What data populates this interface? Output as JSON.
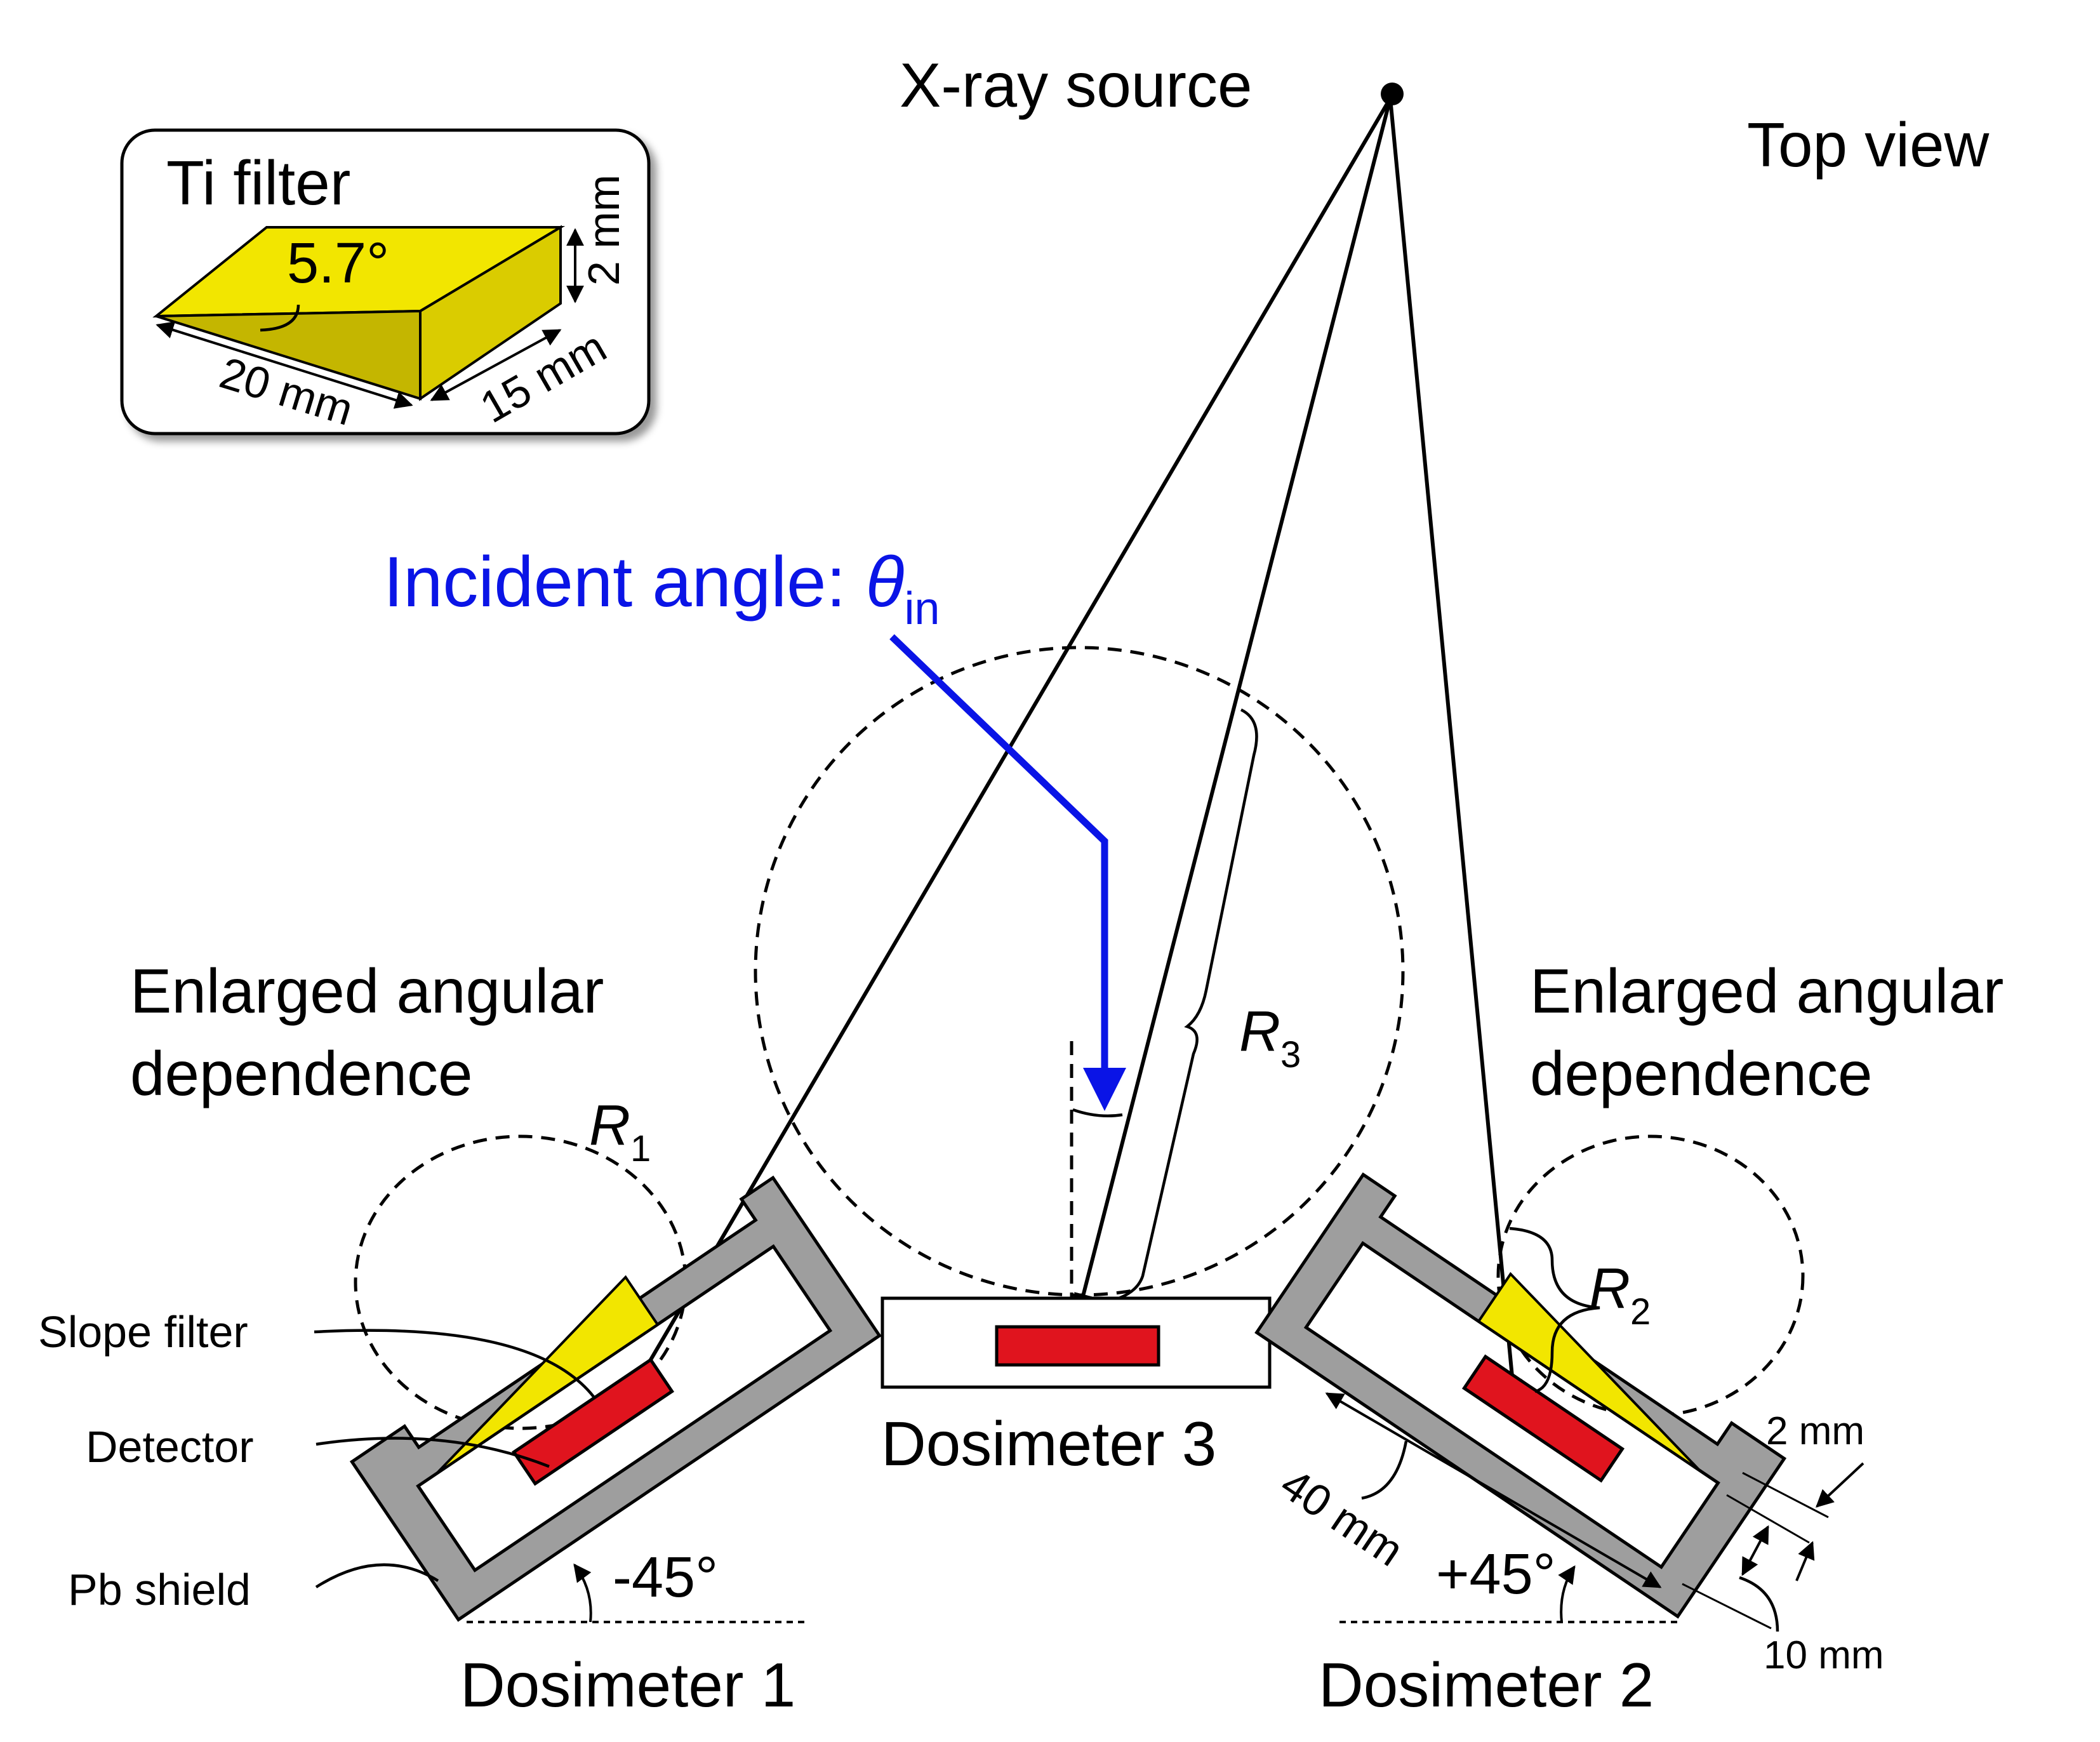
{
  "labels": {
    "xray_source": "X-ray source",
    "top_view": "Top view",
    "incident_angle": "Incident angle: ",
    "theta": "θ",
    "theta_sub": "in",
    "enlarged_left_1": "Enlarged angular",
    "enlarged_left_2": "dependence",
    "enlarged_right_1": "Enlarged angular",
    "enlarged_right_2": "dependence",
    "r1": "R",
    "r1_sub": "1",
    "r2": "R",
    "r2_sub": "2",
    "r3": "R",
    "r3_sub": "3",
    "slope_filter": "Slope filter",
    "detector": "Detector",
    "pb_shield": "Pb shield",
    "angle_minus": "-45°",
    "angle_plus": "+45°",
    "dosimeter1": "Dosimeter 1",
    "dosimeter2": "Dosimeter 2",
    "dosimeter3": "Dosimeter 3",
    "dim_40": "40 mm",
    "dim_2": "2 mm",
    "dim_10": "10 mm"
  },
  "ti_filter": {
    "title": "Ti filter",
    "angle": "5.7°",
    "height": "2 mm",
    "length": "20 mm",
    "width": "15 mm"
  },
  "colors": {
    "incident_arrow": "#0a14e6",
    "detector": "#e0141e",
    "filter": "#f2e600",
    "shield": "#9e9e9e"
  }
}
